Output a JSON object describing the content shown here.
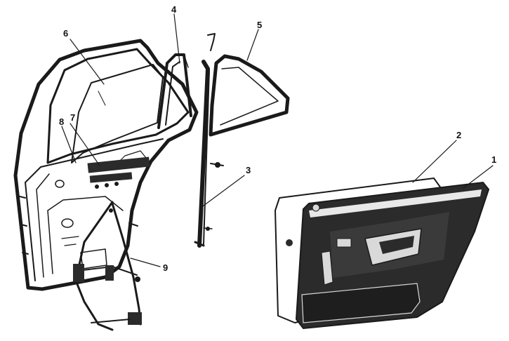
{
  "callouts": {
    "c1": "1",
    "c2": "2",
    "c3": "3",
    "c4": "4",
    "c5": "5",
    "c6": "6",
    "c7": "7",
    "c8": "8",
    "c9": "9"
  },
  "colors": {
    "ink": "#1a1a1a",
    "paper": "#ffffff",
    "trim_dark": "#2b2b2b"
  }
}
